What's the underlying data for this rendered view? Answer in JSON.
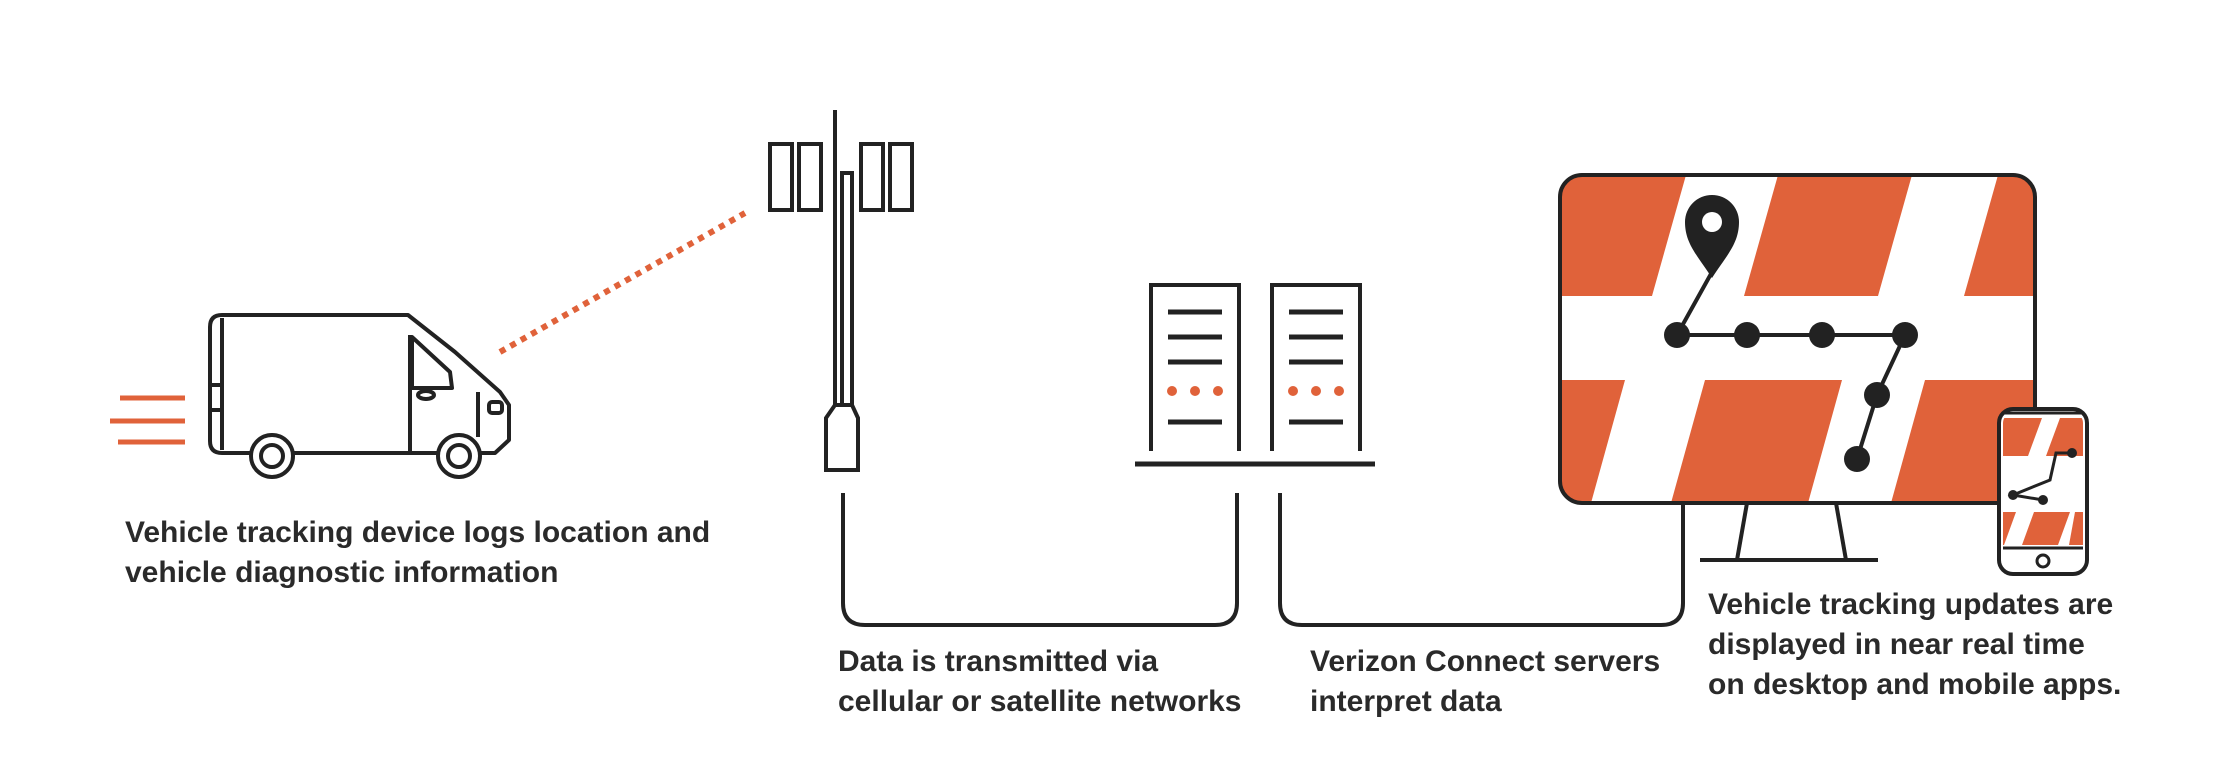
{
  "colors": {
    "accent": "#e0623a",
    "line": "#222222",
    "text": "#2a2a2a",
    "background": "#ffffff"
  },
  "icons": {
    "vehicle": "delivery-van-icon",
    "tower": "cell-tower-icon",
    "servers": "server-rack-icon",
    "desktop": "desktop-monitor-map-icon",
    "mobile": "smartphone-map-icon",
    "location": "location-pin-icon"
  },
  "captions": {
    "vehicle": {
      "line1": "Vehicle tracking device logs location and",
      "line2": "vehicle diagnostic information"
    },
    "network": {
      "line1": "Data is transmitted via",
      "line2": "cellular or satellite networks"
    },
    "servers": {
      "line1": "Verizon Connect servers",
      "line2": "interpret data"
    },
    "display": {
      "line1": "Vehicle tracking updates are",
      "line2": "displayed in near real time",
      "line3": "on desktop and mobile apps."
    }
  }
}
